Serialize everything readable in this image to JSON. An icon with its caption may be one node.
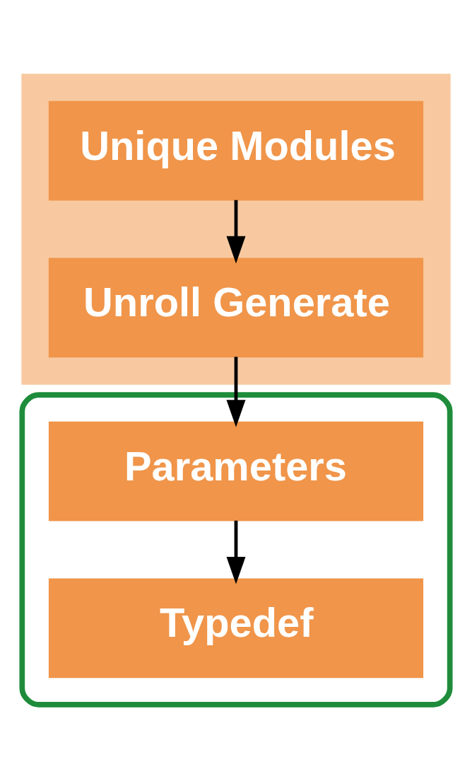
{
  "diagram": {
    "nodes": [
      {
        "text": [],
        "shape": "band"
      },
      {
        "text": [
          "Unique Modules"
        ],
        "in": 0
      },
      {
        "text": [
          "Unroll Generate"
        ],
        "in": 0
      },
      {
        "text": [],
        "shape": "box"
      },
      {
        "text": [
          "Parameters"
        ],
        "in": 3
      },
      {
        "text": [
          "Typedef"
        ],
        "in": 3
      }
    ],
    "edges": [
      {
        "from": 1,
        "to": 2,
        "arrow": "to"
      },
      {
        "from": 2,
        "to": 4,
        "arrow": "to"
      },
      {
        "from": 4,
        "to": 5,
        "arrow": "to"
      }
    ]
  }
}
